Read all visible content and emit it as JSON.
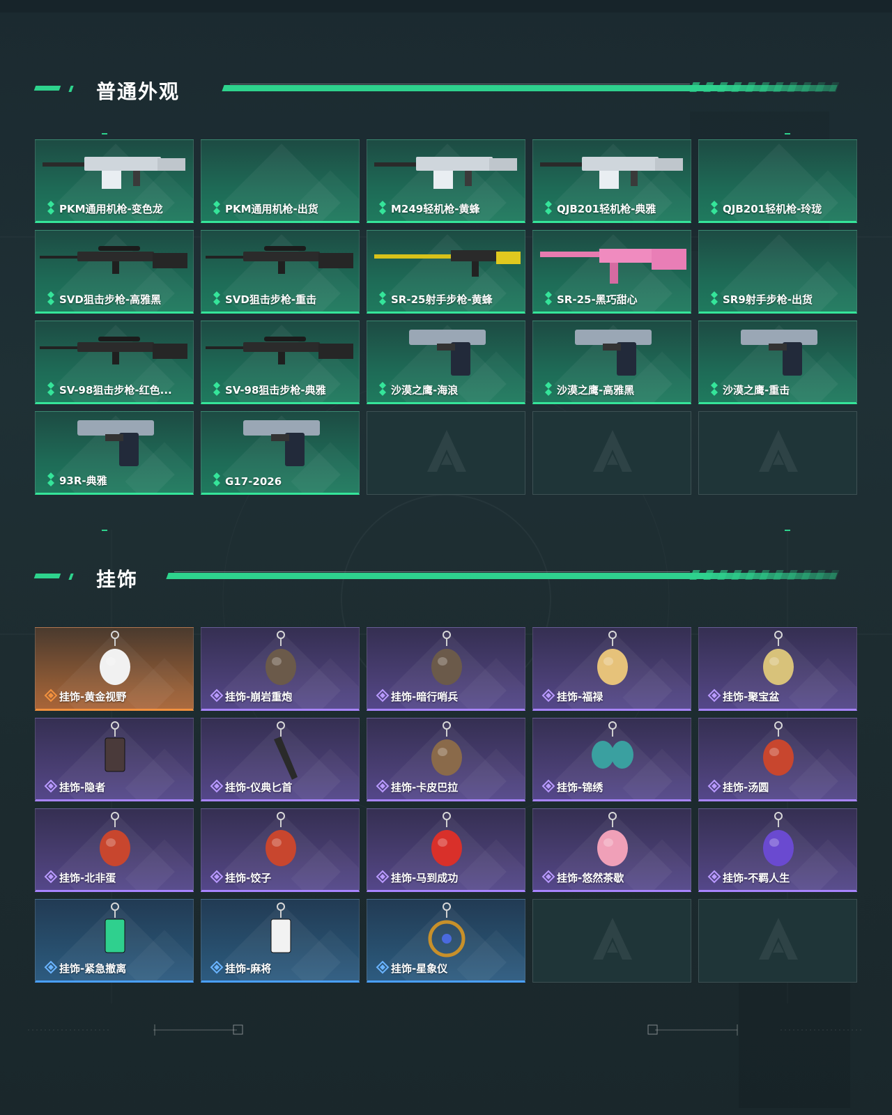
{
  "sections": {
    "skins": {
      "title": "普通外观"
    },
    "charms": {
      "title": "挂饰"
    }
  },
  "colors": {
    "accent": "#2ed38d",
    "skin_card": "#1e6a56",
    "charm_purple": "#4a3f74",
    "charm_gold": "#8e5a35",
    "charm_blue": "#28506f",
    "empty_slot": "#1f3538"
  },
  "skins": [
    {
      "label": "PKM通用机枪-变色龙",
      "icon": "machine-gun-icon"
    },
    {
      "label": "PKM通用机枪-出货",
      "icon": ""
    },
    {
      "label": "M249轻机枪-黄蜂",
      "icon": "machine-gun-icon"
    },
    {
      "label": "QJB201轻机枪-典雅",
      "icon": "machine-gun-icon"
    },
    {
      "label": "QJB201轻机枪-玲珑",
      "icon": ""
    },
    {
      "label": "SVD狙击步枪-高雅黑",
      "icon": "sniper-rifle-icon"
    },
    {
      "label": "SVD狙击步枪-重击",
      "icon": "sniper-rifle-icon"
    },
    {
      "label": "SR-25射手步枪-黄蜂",
      "icon": "marksman-rifle-icon"
    },
    {
      "label": "SR-25-黑巧甜心",
      "icon": "rifle-icon"
    },
    {
      "label": "SR9射手步枪-出货",
      "icon": ""
    },
    {
      "label": "SV-98狙击步枪-红色...",
      "icon": "sniper-rifle-icon"
    },
    {
      "label": "SV-98狙击步枪-典雅",
      "icon": "sniper-rifle-icon"
    },
    {
      "label": "沙漠之鹰-海浪",
      "icon": "pistol-icon"
    },
    {
      "label": "沙漠之鹰-高雅黑",
      "icon": "pistol-icon"
    },
    {
      "label": "沙漠之鹰-重击",
      "icon": "pistol-icon"
    },
    {
      "label": "93R-典雅",
      "icon": "pistol-icon"
    },
    {
      "label": "G17-2026",
      "icon": "pistol-icon"
    }
  ],
  "charms": [
    {
      "label": "挂饰-黄金视野",
      "rarity": "gold",
      "icon": "bird-charm-icon"
    },
    {
      "label": "挂饰-崩岩重炮",
      "rarity": "purple",
      "icon": "figure-charm-icon"
    },
    {
      "label": "挂饰-暗行哨兵",
      "rarity": "purple",
      "icon": "figure-charm-icon"
    },
    {
      "label": "挂饰-福禄",
      "rarity": "purple",
      "icon": "gourd-charm-icon"
    },
    {
      "label": "挂饰-聚宝盆",
      "rarity": "purple",
      "icon": "treasure-bowl-charm-icon"
    },
    {
      "label": "挂饰-隐者",
      "rarity": "purple",
      "icon": "card-charm-icon"
    },
    {
      "label": "挂饰-仪典匕首",
      "rarity": "purple",
      "icon": "dagger-charm-icon"
    },
    {
      "label": "挂饰-卡皮巴拉",
      "rarity": "purple",
      "icon": "capybara-charm-icon"
    },
    {
      "label": "挂饰-锦绣",
      "rarity": "purple",
      "icon": "butterfly-charm-icon"
    },
    {
      "label": "挂饰-汤圆",
      "rarity": "purple",
      "icon": "bowl-charm-icon"
    },
    {
      "label": "挂饰-北非蛋",
      "rarity": "purple",
      "icon": "bowl-charm-icon"
    },
    {
      "label": "挂饰-饺子",
      "rarity": "purple",
      "icon": "bowl-charm-icon"
    },
    {
      "label": "挂饰-马到成功",
      "rarity": "purple",
      "icon": "horse-charm-icon"
    },
    {
      "label": "挂饰-悠然茶歇",
      "rarity": "purple",
      "icon": "cupcake-charm-icon"
    },
    {
      "label": "挂饰-不羁人生",
      "rarity": "purple",
      "icon": "sneaker-charm-icon"
    },
    {
      "label": "挂饰-紧急撤离",
      "rarity": "blue",
      "icon": "tag-charm-icon"
    },
    {
      "label": "挂饰-麻将",
      "rarity": "blue",
      "icon": "mahjong-charm-icon"
    },
    {
      "label": "挂饰-星象仪",
      "rarity": "blue",
      "icon": "astrolabe-charm-icon"
    }
  ],
  "empty_skin_slots": 3,
  "empty_charm_slots": 2
}
